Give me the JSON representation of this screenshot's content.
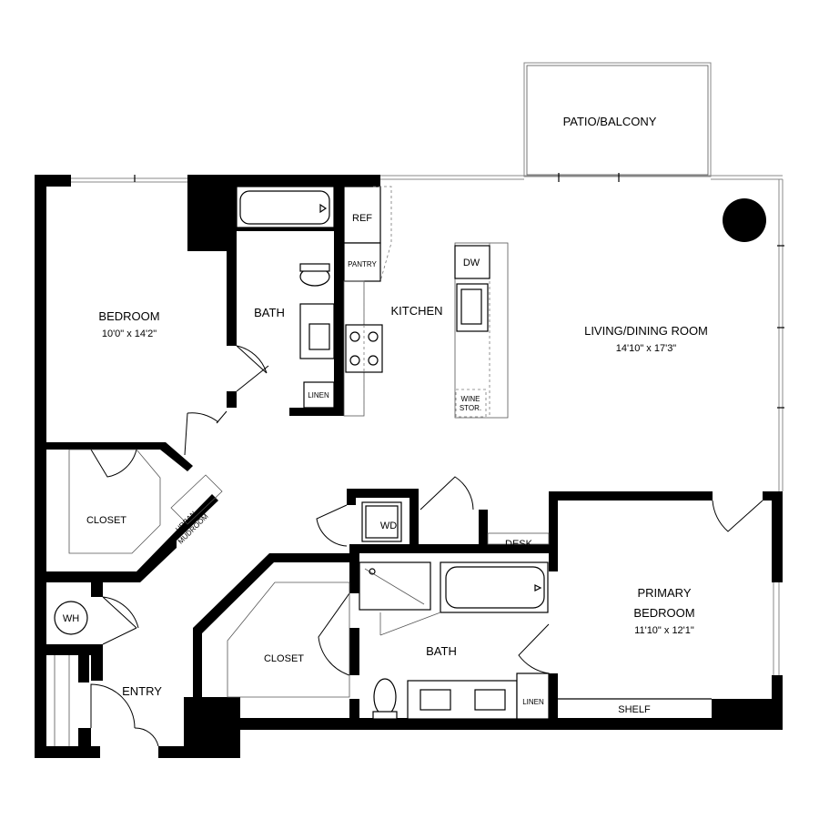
{
  "rooms": {
    "patio": "PATIO/BALCONY",
    "bedroom": {
      "name": "BEDROOM",
      "dims": "10'0\" x 14'2\""
    },
    "bath_upper": "BATH",
    "kitchen": "KITCHEN",
    "living": {
      "name": "LIVING/DINING ROOM",
      "dims": "14'10\" x 17'3\""
    },
    "closet_left": "CLOSET",
    "urban_mudroom": [
      "URBAN",
      "MUDROOM"
    ],
    "wd": "WD",
    "desk": "DESK",
    "primary_bedroom": {
      "name_line1": "PRIMARY",
      "name_line2": "BEDROOM",
      "dims": "11'10\" x 12'1\""
    },
    "wh": "WH",
    "entry": "ENTRY",
    "closet_lower": "CLOSET",
    "bath_lower": "BATH",
    "linen_lower": "LINEN",
    "shelf": "SHELF"
  },
  "fixtures": {
    "ref": "REF",
    "pantry": "PANTRY",
    "dw": "DW",
    "linen_upper": "LINEN",
    "wine_storage": [
      "WINE",
      "STOR."
    ]
  }
}
